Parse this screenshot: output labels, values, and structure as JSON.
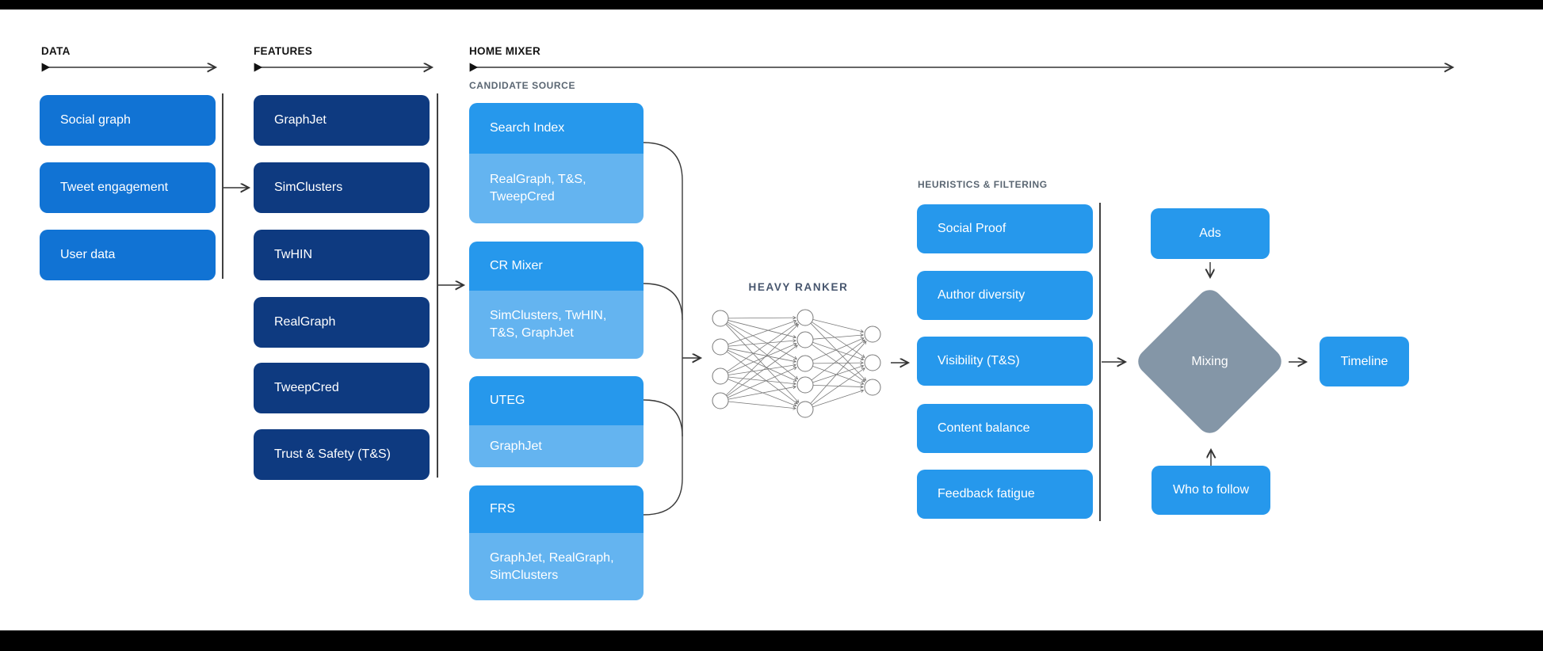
{
  "sections": {
    "data": {
      "label": "DATA",
      "items": [
        "Social graph",
        "Tweet engagement",
        "User data"
      ]
    },
    "features": {
      "label": "FEATURES",
      "items": [
        "GraphJet",
        "SimClusters",
        "TwHIN",
        "RealGraph",
        "TweepCred",
        "Trust & Safety (T&S)"
      ]
    },
    "home_mixer": {
      "label": "HOME MIXER",
      "candidate_source": {
        "label": "CANDIDATE SOURCE",
        "items": [
          {
            "name": "Search Index",
            "sources": "RealGraph, T&S, TweepCred"
          },
          {
            "name": "CR Mixer",
            "sources": "SimClusters, TwHIN, T&S, GraphJet"
          },
          {
            "name": "UTEG",
            "sources": "GraphJet"
          },
          {
            "name": "FRS",
            "sources": "GraphJet, RealGraph, SimClusters"
          }
        ]
      },
      "heavy_ranker": {
        "label": "HEAVY RANKER"
      },
      "heuristics": {
        "label": "HEURISTICS & FILTERING",
        "items": [
          "Social Proof",
          "Author diversity",
          "Visibility (T&S)",
          "Content balance",
          "Feedback fatigue"
        ]
      },
      "output": {
        "ads": "Ads",
        "mixing": "Mixing",
        "who_to_follow": "Who to follow",
        "timeline": "Timeline"
      }
    }
  },
  "colors": {
    "data_box": "#1173d4",
    "features_box": "#0e3a80",
    "candidate_header": "#2698ec",
    "candidate_sub": "#64b4f0",
    "heuristics_box": "#2698ec",
    "output_box": "#2698ec",
    "mixing_diamond": "#8496a7",
    "section_label": "#141414",
    "sub_label": "#5a6672",
    "heavy_ranker_label": "#47566e"
  }
}
